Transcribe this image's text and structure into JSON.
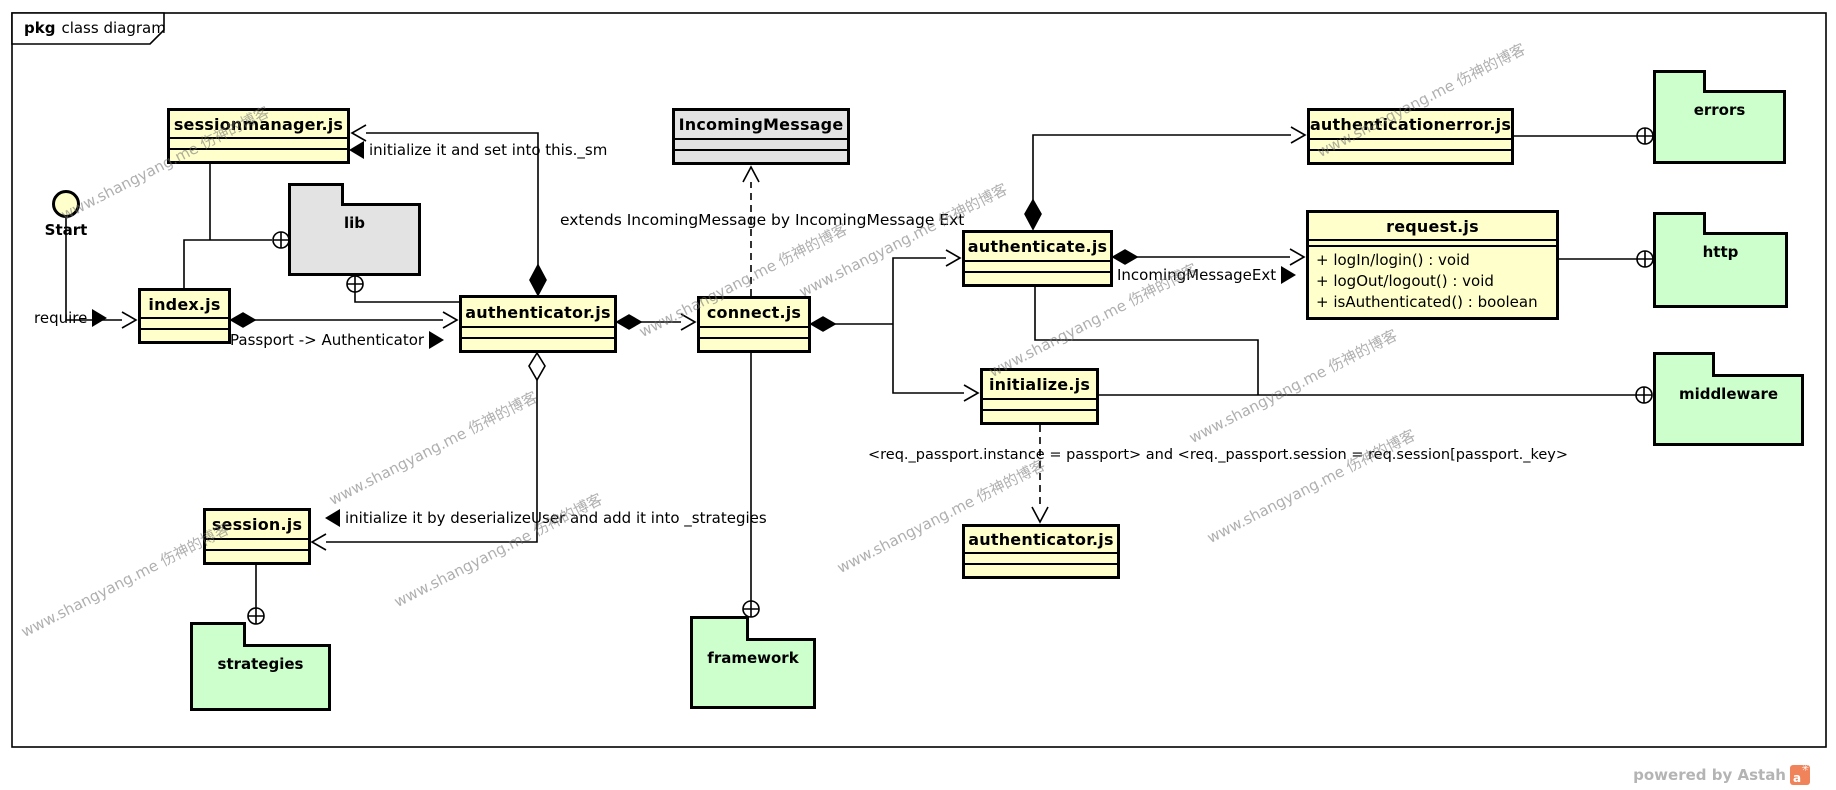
{
  "frame": {
    "keyword": "pkg",
    "title": "class diagram"
  },
  "start": {
    "label": "Start"
  },
  "classes": {
    "sessionmanager": {
      "name": "sessionmanager.js"
    },
    "index": {
      "name": "index.js"
    },
    "authenticator": {
      "name": "authenticator.js"
    },
    "connect": {
      "name": "connect.js"
    },
    "incoming_message": {
      "name": "IncomingMessage"
    },
    "authenticate": {
      "name": "authenticate.js"
    },
    "initialize": {
      "name": "initialize.js"
    },
    "session": {
      "name": "session.js"
    },
    "authenticator_bottom": {
      "name": "authenticator.js"
    },
    "authenticationerror": {
      "name": "authenticationerror.js"
    },
    "request": {
      "name": "request.js",
      "methods": [
        "+ logIn/login() : void",
        "+ logOut/logout() : void",
        "+ isAuthenticated() : boolean"
      ]
    }
  },
  "packages": {
    "lib": {
      "name": "lib"
    },
    "errors": {
      "name": "errors"
    },
    "http": {
      "name": "http"
    },
    "middleware": {
      "name": "middleware"
    },
    "strategies": {
      "name": "strategies"
    },
    "framework": {
      "name": "framework"
    }
  },
  "labels": {
    "require": "require",
    "init_sm": "initialize it and set into this._sm",
    "passport_authenticator": "Passport -> Authenticator",
    "extends_incoming": "extends IncomingMessage by IncomingMessage Ext",
    "incoming_message_ext": "IncomingMessageExt",
    "init_deserialize": "initialize it by deserializeUser and add it into _strategies",
    "req_passport": "<req._passport.instance = passport> and <req._passport.session = req.session[passport._key>"
  },
  "watermark": {
    "text": "www.shangyang.me 伤神的博客"
  },
  "footer": {
    "powered_by": "powered by Astah",
    "logo_letter": "a"
  },
  "colors": {
    "class_fill": "#ffffcc",
    "package_fill": "#ccffcc",
    "neutral_fill": "#e3e3e3",
    "watermark_gray": "#6e6e6e",
    "astah_orange": "#f0835a"
  }
}
